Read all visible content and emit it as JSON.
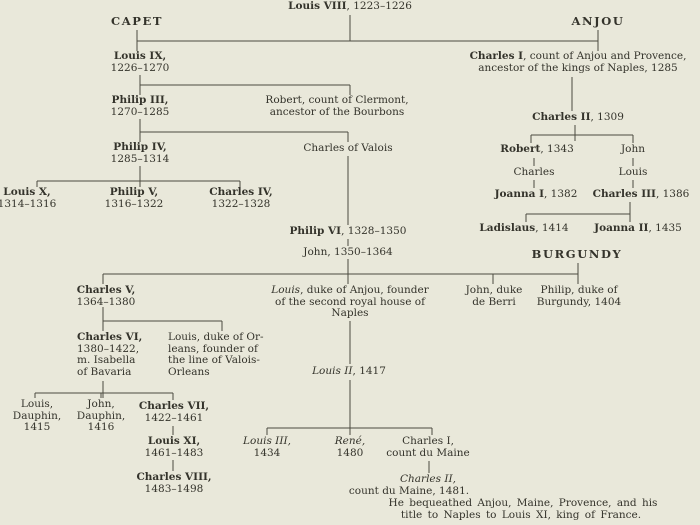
{
  "page": {
    "background_color": "#e9e8da",
    "ink_color": "#34332b",
    "line_color": "#4c4a40"
  },
  "houses": {
    "capet": "CAPET",
    "anjou": "ANJOU",
    "burgundy": "BURGUNDY"
  },
  "tree": {
    "root": {
      "name": "Louis VIII",
      "dates": ", 1223–1226"
    },
    "capet": {
      "louis9": {
        "name": "Louis IX,",
        "dates": "1226–1270"
      },
      "philip3": {
        "name": "Philip III,",
        "dates": "1270–1285"
      },
      "robert_clermont": {
        "line1": "Robert, count of Clermont,",
        "line2": "ancestor of the Bourbons"
      },
      "philip4": {
        "name": "Philip IV,",
        "dates": "1285–1314"
      },
      "charles_valois": {
        "name": "Charles of Valois"
      },
      "louis10": {
        "name": "Louis X,",
        "dates": "1314–1316"
      },
      "philip5": {
        "name": "Philip V,",
        "dates": "1316–1322"
      },
      "charles4": {
        "name": "Charles IV,",
        "dates": "1322–1328"
      }
    },
    "valois": {
      "philip6": {
        "name": "Philip VI",
        "dates": ", 1328–1350"
      },
      "john2": {
        "name": "John, 1350–1364"
      },
      "charles5": {
        "name": "Charles V,",
        "dates": "1364–1380"
      },
      "louis_anjou": {
        "italic": "Louis",
        "rest": ", duke of Anjou, founder",
        "line2": "of the second royal house of",
        "line3": "Naples"
      },
      "john_berri": {
        "line1": "John, duke",
        "line2": "de Berri"
      },
      "philip_burgundy": {
        "line1": "Philip, duke of",
        "line2": "Burgundy, 1404"
      },
      "charles6": {
        "name": "Charles VI,",
        "line2": "1380–1422,",
        "line3": "m. Isabella",
        "line4": "of Bavaria"
      },
      "louis_orleans": {
        "line1": "Louis, duke of Or-",
        "line2": "leans, founder of",
        "line3": "the line of Valois-",
        "line4": "Orleans"
      },
      "louis_dauphin": {
        "line1": "Louis,",
        "line2": "Dauphin,",
        "line3": "1415"
      },
      "john_dauphin": {
        "line1": "John,",
        "line2": "Dauphin,",
        "line3": "1416"
      },
      "charles7": {
        "name": "Charles VII,",
        "dates": "1422–1461"
      },
      "louis11": {
        "name": "Louis XI,",
        "dates": "1461–1483"
      },
      "charles8": {
        "name": "Charles VIII,",
        "dates": "1483–1498"
      }
    },
    "naples_second_house": {
      "louis2": {
        "italic": "Louis II",
        "rest": ", 1417"
      },
      "louis3": {
        "italic": "Louis III,",
        "dates": "1434"
      },
      "rene": {
        "italic": "René,",
        "dates": "1480"
      },
      "charles1_maine": {
        "line1": "Charles I,",
        "line2": "count du Maine"
      },
      "charles2_maine": {
        "italic": "Charles II,",
        "line2": "count du Maine, 1481.",
        "line3": "He bequeathed Anjou, Maine, Provence, and his",
        "line4": "title to Naples to Louis XI, king of France."
      }
    },
    "anjou_line": {
      "charles1": {
        "name": "Charles I",
        "rest": ", count of Anjou and Provence,",
        "line2": "ancestor of the kings of Naples, 1285"
      },
      "charles2": {
        "name": "Charles II",
        "dates": ", 1309"
      },
      "robert": {
        "name": "Robert",
        "dates": ", 1343"
      },
      "john": {
        "name": "John"
      },
      "charles_mid": {
        "name": "Charles"
      },
      "louis_mid": {
        "name": "Louis"
      },
      "joanna1": {
        "name": "Joanna I",
        "dates": ", 1382"
      },
      "charles3": {
        "name": "Charles III",
        "dates": ", 1386"
      },
      "ladislaus": {
        "name": "Ladislaus",
        "dates": ", 1414"
      },
      "joanna2": {
        "name": "Joanna II",
        "dates": ", 1435"
      }
    }
  }
}
